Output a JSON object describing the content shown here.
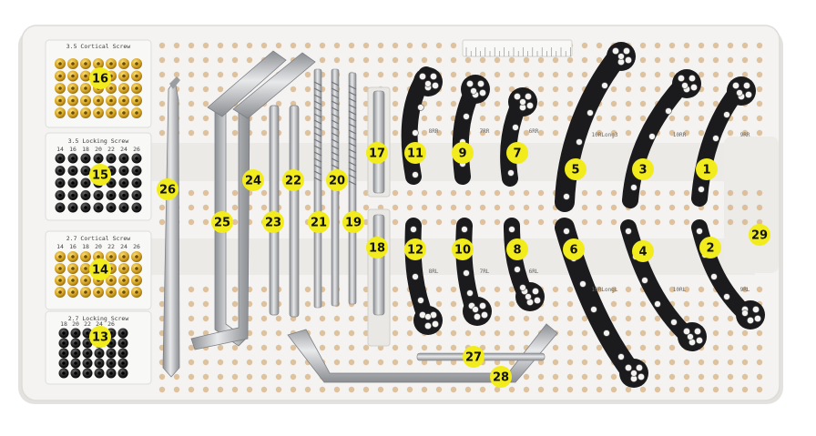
{
  "screw_boxes": [
    {
      "id": "cortical-35",
      "title": "3.5 Cortical Screw",
      "kind": "gold",
      "sizes": [
        "",
        "",
        "",
        "",
        "",
        "",
        ""
      ]
    },
    {
      "id": "locking-35",
      "title": "3.5 Locking Screw",
      "kind": "black",
      "sizes": [
        "14",
        "16",
        "18",
        "20",
        "22",
        "24",
        "26"
      ]
    },
    {
      "id": "cortical-27",
      "title": "2.7 Cortical Screw",
      "kind": "gold",
      "sizes": [
        "14",
        "16",
        "18",
        "20",
        "22",
        "24",
        "26"
      ]
    },
    {
      "id": "locking-27",
      "title": "2.7 Locking Screw",
      "kind": "black",
      "sizes": [
        "18",
        "20",
        "22",
        "24",
        "26"
      ]
    }
  ],
  "plate_labels": [
    "8RR",
    "7RR",
    "6RR",
    "10RLong3",
    "10RR",
    "9RR",
    "8RL",
    "7RL",
    "6RL",
    "10RLongL",
    "10RL",
    "9RL"
  ],
  "badges": [
    "1",
    "2",
    "3",
    "4",
    "5",
    "6",
    "7",
    "8",
    "9",
    "10",
    "11",
    "12",
    "13",
    "14",
    "15",
    "16",
    "17",
    "18",
    "19",
    "20",
    "21",
    "22",
    "23",
    "24",
    "25",
    "26",
    "27",
    "28",
    "29"
  ],
  "colors": {
    "tray": "#f4f3f1",
    "rim": "#e6e5e2",
    "hole": "#d9b98f",
    "badge": "#f2ec1c",
    "plate": "#1b1b1d",
    "steel": "#c2c4c7",
    "gold": "#c9a226"
  }
}
